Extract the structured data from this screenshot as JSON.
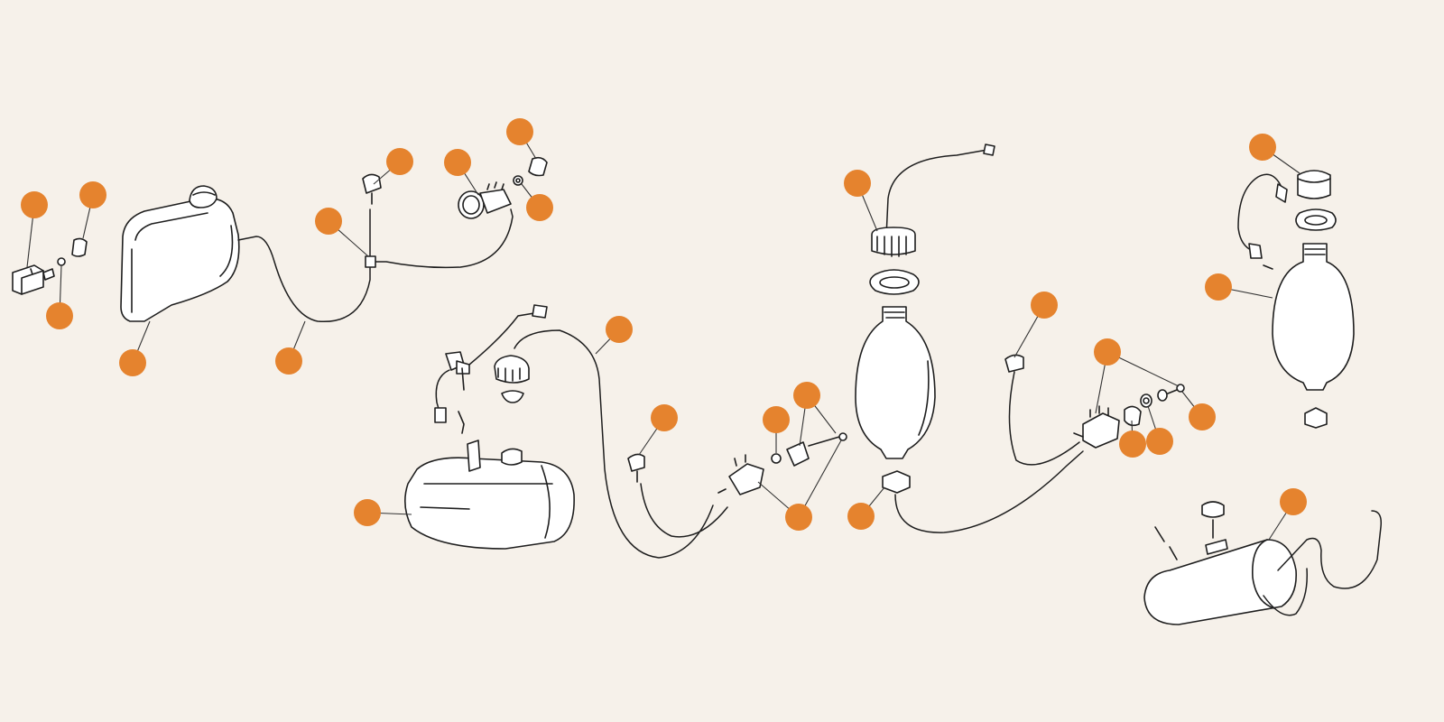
{
  "diagram": {
    "marker_color": "#e5832e",
    "background_color": "#f6f1ea",
    "line_color": "#1e1e1e",
    "callouts": [
      {
        "id": "c01"
      },
      {
        "id": "c02"
      },
      {
        "id": "c03"
      },
      {
        "id": "c04"
      },
      {
        "id": "c05"
      },
      {
        "id": "c06"
      },
      {
        "id": "c07"
      },
      {
        "id": "c08"
      },
      {
        "id": "c09"
      },
      {
        "id": "c10"
      },
      {
        "id": "c11"
      },
      {
        "id": "c12"
      },
      {
        "id": "c13"
      },
      {
        "id": "c14"
      },
      {
        "id": "c15"
      },
      {
        "id": "c16"
      },
      {
        "id": "c17"
      },
      {
        "id": "c18"
      },
      {
        "id": "c19"
      },
      {
        "id": "c20"
      },
      {
        "id": "c21"
      },
      {
        "id": "c22"
      },
      {
        "id": "c23"
      },
      {
        "id": "c24"
      },
      {
        "id": "c25"
      },
      {
        "id": "c26"
      },
      {
        "id": "c27"
      },
      {
        "id": "c28"
      },
      {
        "id": "c29"
      }
    ]
  }
}
